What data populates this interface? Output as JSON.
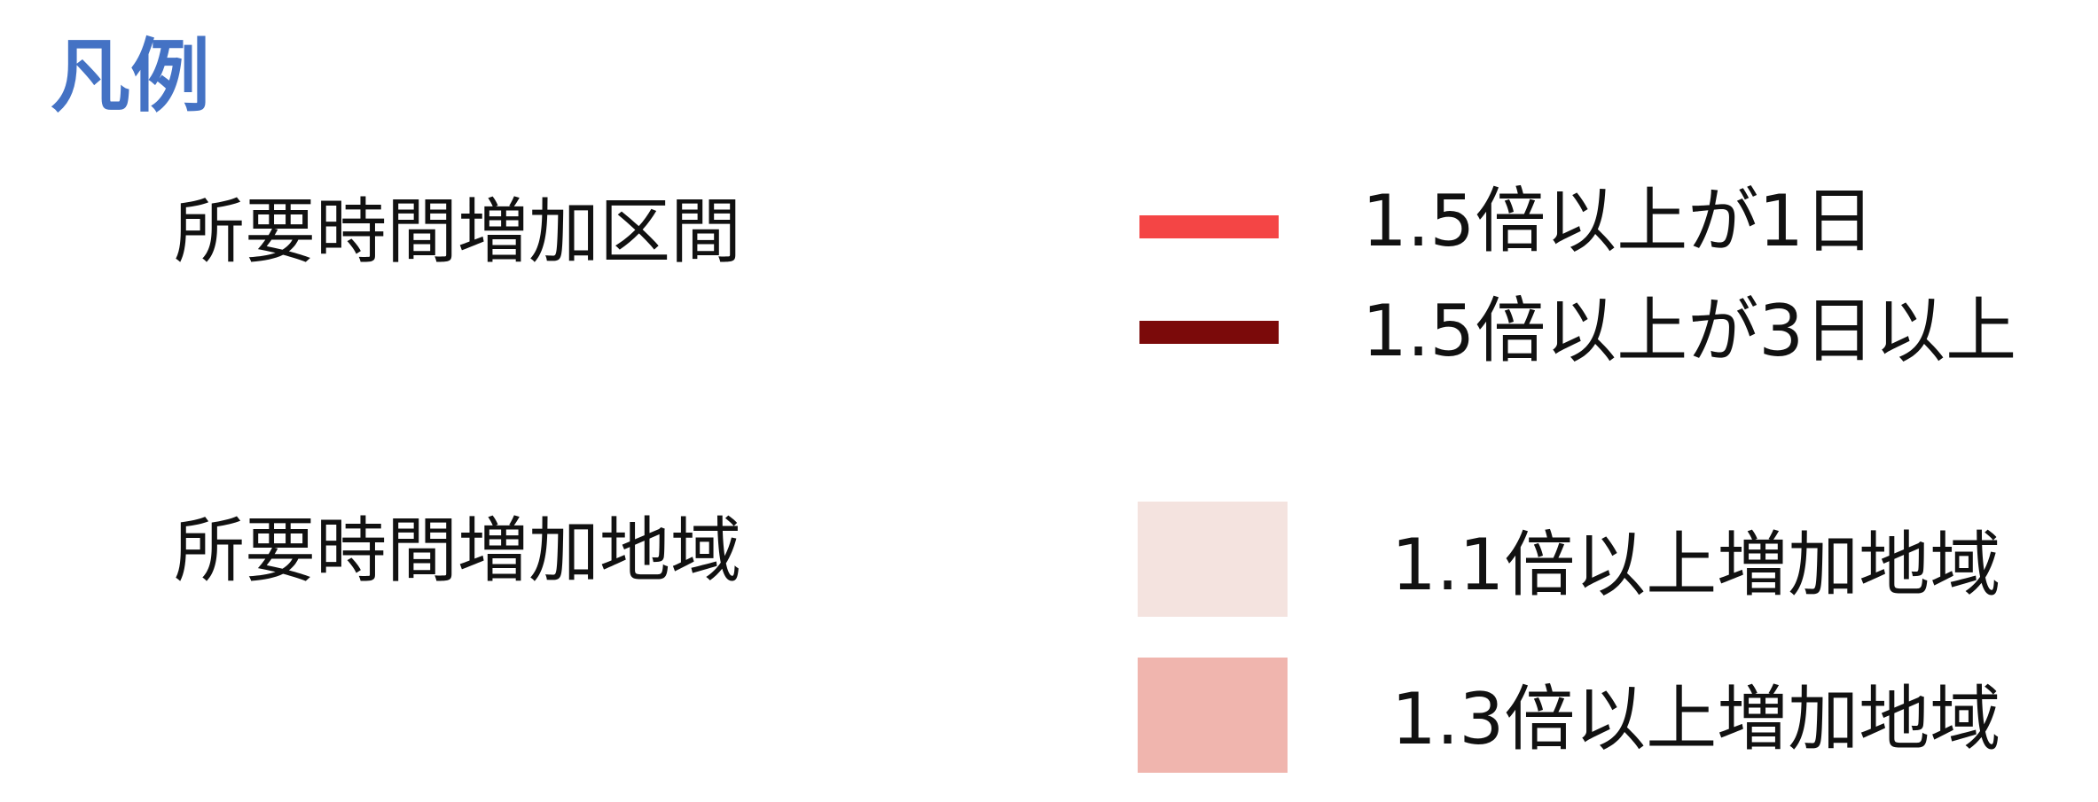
{
  "legend": {
    "title": "凡例",
    "title_color": "#4472C4",
    "sections": [
      {
        "heading": "所要時間増加区間",
        "items": [
          {
            "label": "1.5倍以上が1日",
            "color": "#F44545"
          },
          {
            "label": "1.5倍以上が3日以上",
            "color": "#7B0A0A"
          }
        ]
      },
      {
        "heading": "所要時間増加地域",
        "items": [
          {
            "label": "1.1倍以上増加地域",
            "color": "#F4E3DF"
          },
          {
            "label": "1.3倍以上増加地域",
            "color": "#F0B5AE"
          }
        ]
      }
    ]
  }
}
